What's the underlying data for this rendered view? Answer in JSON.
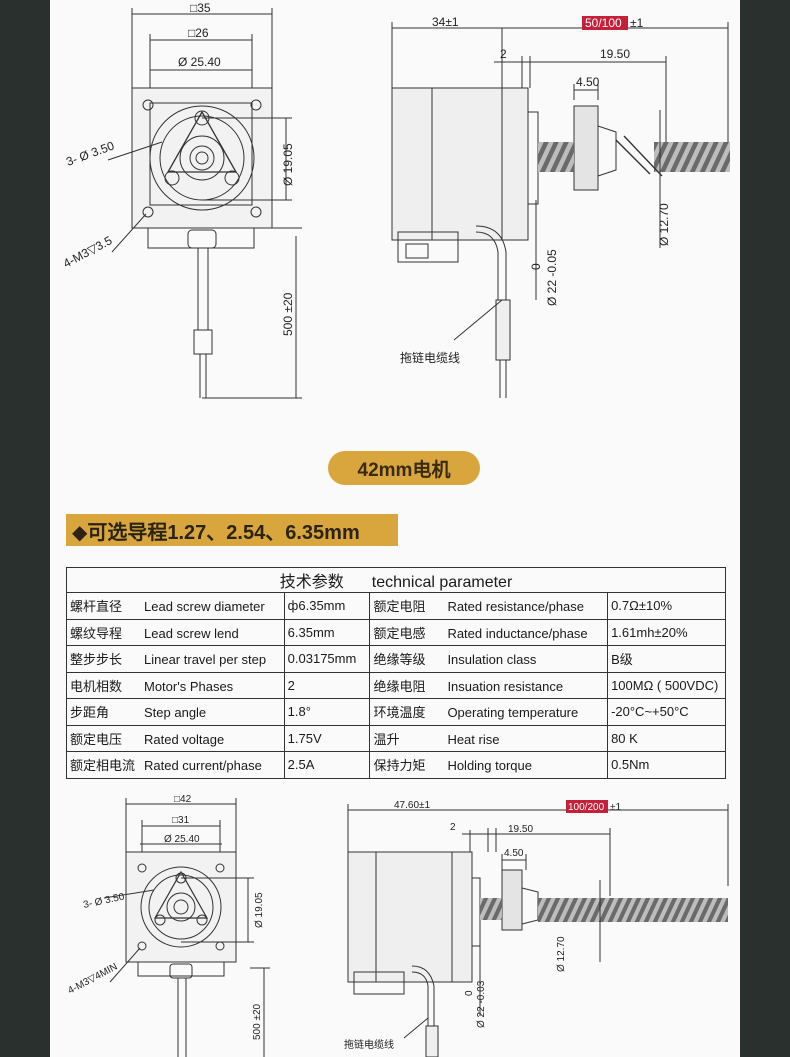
{
  "top_drawing": {
    "dims_front": {
      "outer": "□35",
      "inner": "□26",
      "boss_dia": "Ø 25.40",
      "holes": "3- Ø 3.50",
      "pcd": "Ø 19.05",
      "mount": "4-M3▽3.5",
      "cable": "500 ±20"
    },
    "dims_side": {
      "body_len": "34±1",
      "screw_len_highlight": "50/100",
      "screw_len_tol": "±1",
      "shoulder": "2",
      "nut_offset": "19.50",
      "nut_width": "4.50",
      "screw_dia": "Ø 12.70",
      "boss_tol_top": "0",
      "boss_tol": "Ø 22 -0.05",
      "cable_label": "拖链电缆线"
    }
  },
  "motor_badge": "42mm电机",
  "lead_banner": "◆可选导程1.27、2.54、6.35mm",
  "spec_table": {
    "header_cn": "技术参数",
    "header_en": "technical parameter",
    "rows": [
      {
        "cn1": "螺杆直径",
        "en1": "Lead screw diameter",
        "v1": "ф6.35mm",
        "cn2": "额定电阻",
        "en2": "Rated resistance/phase",
        "v2": "0.7Ω±10%"
      },
      {
        "cn1": "螺纹导程",
        "en1": "Lead screw lend",
        "v1": "6.35mm",
        "cn2": "额定电感",
        "en2": "Rated inductance/phase",
        "v2": "1.61mh±20%"
      },
      {
        "cn1": "整步步长",
        "en1": "Linear travel per step",
        "v1": "0.03175mm",
        "cn2": "绝缘等级",
        "en2": "Insulation class",
        "v2": "B级"
      },
      {
        "cn1": "电机相数",
        "en1": "Motor's Phases",
        "v1": "2",
        "cn2": "绝缘电阻",
        "en2": "Insuation resistance",
        "v2": "100MΩ ( 500VDC)"
      },
      {
        "cn1": "步距角",
        "en1": "Step angle",
        "v1": "1.8°",
        "cn2": "环境温度",
        "en2": "Operating temperature",
        "v2": "-20°C~+50°C"
      },
      {
        "cn1": "额定电压",
        "en1": "Rated voltage",
        "v1": "1.75V",
        "cn2": "温升",
        "en2": "Heat  rise",
        "v2": "80 K"
      },
      {
        "cn1": "额定相电流",
        "en1": "Rated current/phase",
        "v1": "2.5A",
        "cn2": "保持力矩",
        "en2": "Holding torque",
        "v2": "0.5Nm"
      }
    ]
  },
  "bottom_drawing": {
    "dims_front": {
      "outer": "□42",
      "inner": "□31",
      "boss_dia": "Ø 25.40",
      "holes": "3- Ø 3.50",
      "pcd": "Ø 19.05",
      "mount": "4-M3▽4MIN",
      "cable": "500 ±20"
    },
    "dims_side": {
      "body_len": "47.60±1",
      "screw_len_highlight": "100/200",
      "screw_len_tol": "±1",
      "shoulder": "2",
      "nut_offset": "19.50",
      "nut_width": "4.50",
      "screw_dia": "Ø 12.70",
      "boss_tol_top": "0",
      "boss_tol": "Ø 22 -0.03",
      "cable_label": "拖链电缆线"
    }
  }
}
